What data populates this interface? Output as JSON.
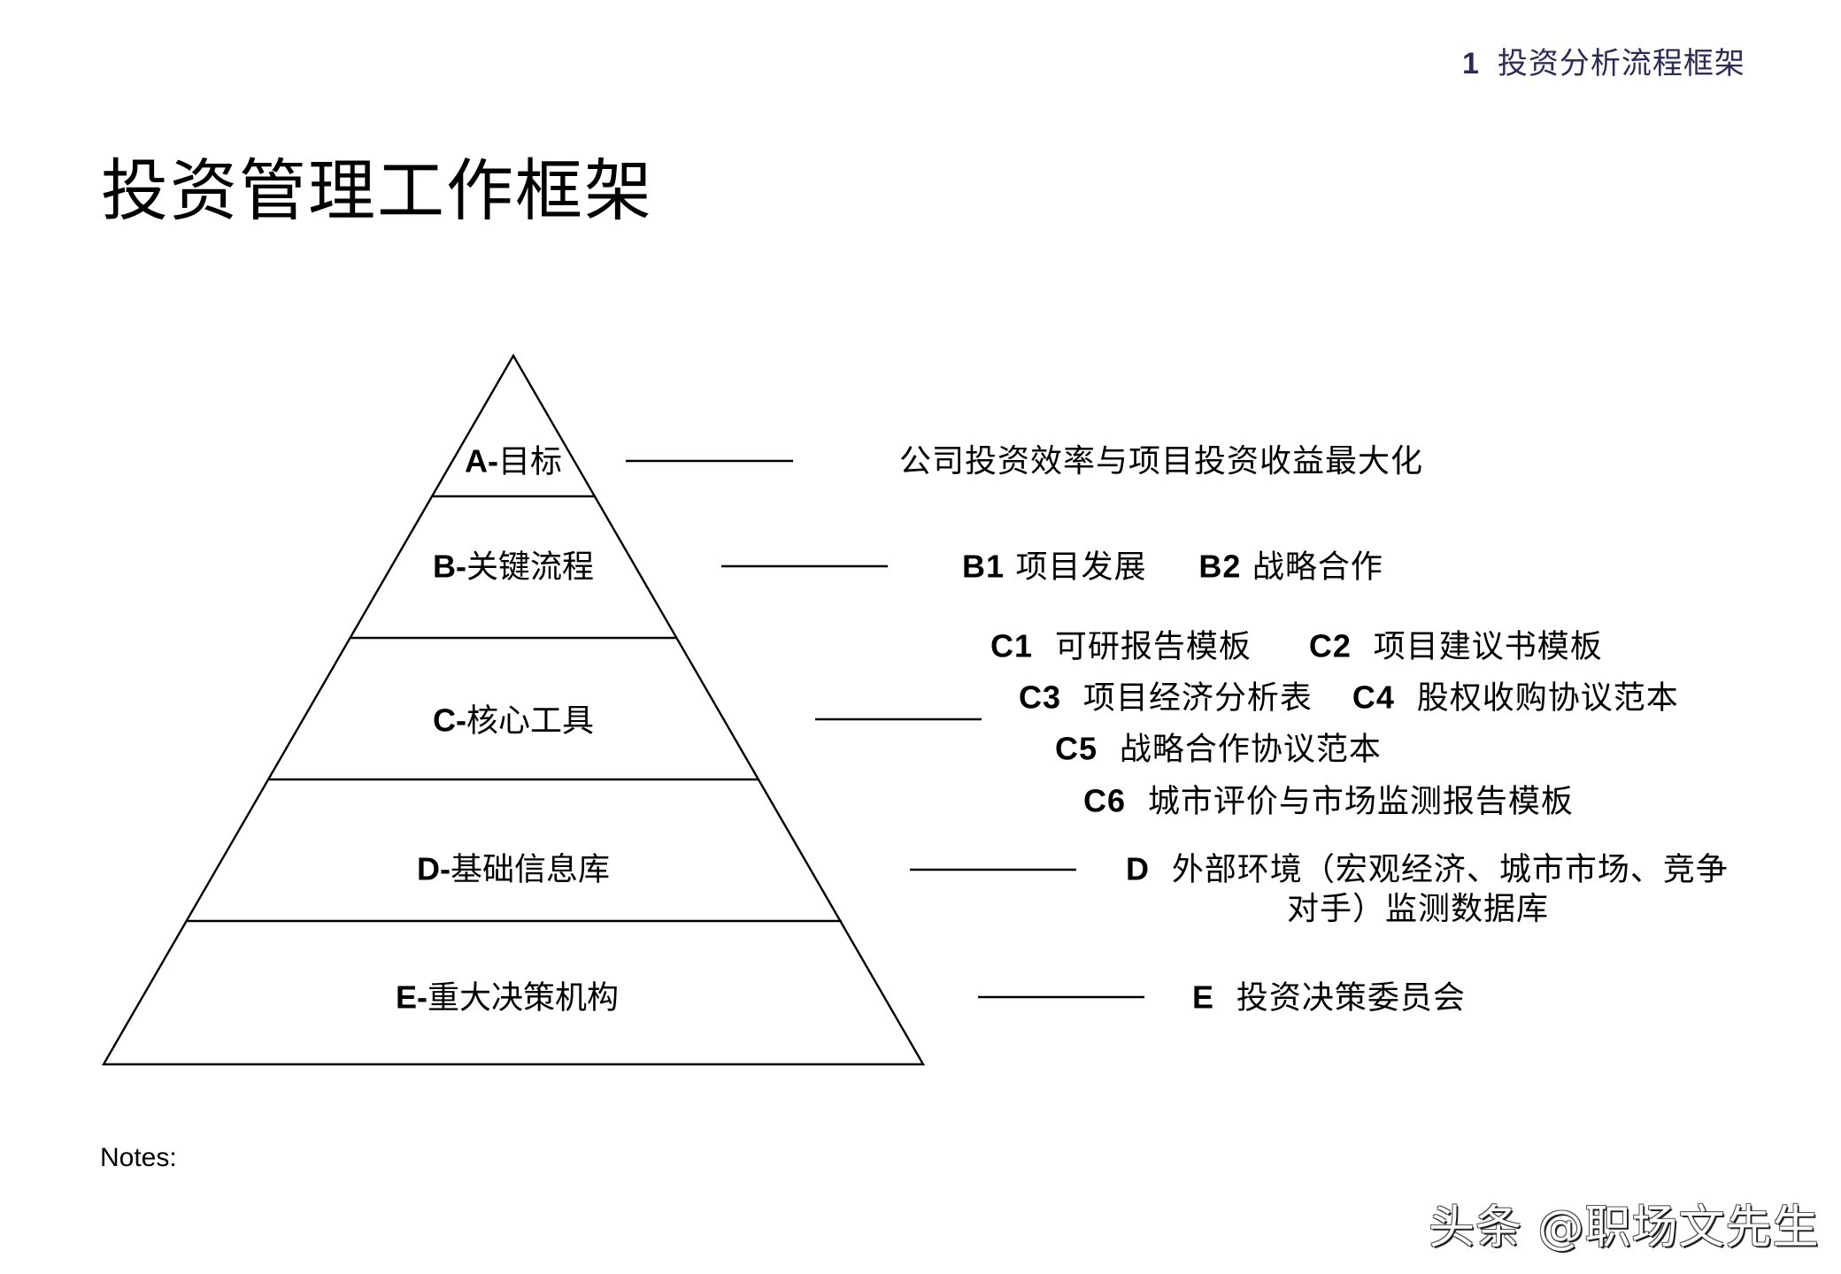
{
  "header": {
    "section_number": "1",
    "section_title": "投资分析流程框架"
  },
  "title": "投资管理工作框架",
  "pyramid": {
    "levels": [
      {
        "code": "A-",
        "label": "目标"
      },
      {
        "code": "B-",
        "label": "关键流程"
      },
      {
        "code": "C-",
        "label": "核心工具"
      },
      {
        "code": "D-",
        "label": "基础信息库"
      },
      {
        "code": "E-",
        "label": "重大决策机构"
      }
    ]
  },
  "details": {
    "a": {
      "text": "公司投资效率与项目投资收益最大化"
    },
    "b": [
      {
        "code": "B1",
        "text": "项目发展"
      },
      {
        "code": "B2",
        "text": "战略合作"
      }
    ],
    "c": [
      {
        "code": "C1",
        "text": "可研报告模板"
      },
      {
        "code": "C2",
        "text": "项目建议书模板"
      },
      {
        "code": "C3",
        "text": "项目经济分析表"
      },
      {
        "code": "C4",
        "text": "股权收购协议范本"
      },
      {
        "code": "C5",
        "text": "战略合作协议范本"
      },
      {
        "code": "C6",
        "text": "城市评价与市场监测报告模板"
      }
    ],
    "d": {
      "code": "D",
      "line1": "外部环境（宏观经济、城市市场、竞争",
      "line2": "对手）监测数据库"
    },
    "e": {
      "code": "E",
      "text": "投资决策委员会"
    }
  },
  "notes_label": "Notes:",
  "watermark": "头条 @职场文先生"
}
